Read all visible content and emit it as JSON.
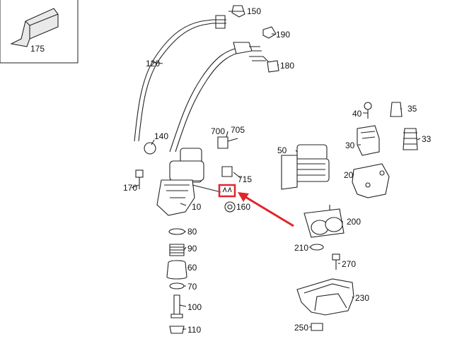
{
  "diagram": {
    "inset_label": "175",
    "callouts": [
      "150",
      "190",
      "180",
      "120",
      "140",
      "700",
      "705",
      "715",
      "170",
      "10",
      "160",
      "80",
      "90",
      "60",
      "70",
      "100",
      "110",
      "40",
      "35",
      "30",
      "33",
      "50",
      "20",
      "200",
      "210",
      "270",
      "230",
      "250"
    ],
    "highlight_color": "#e0262b",
    "line_color": "#222222"
  }
}
